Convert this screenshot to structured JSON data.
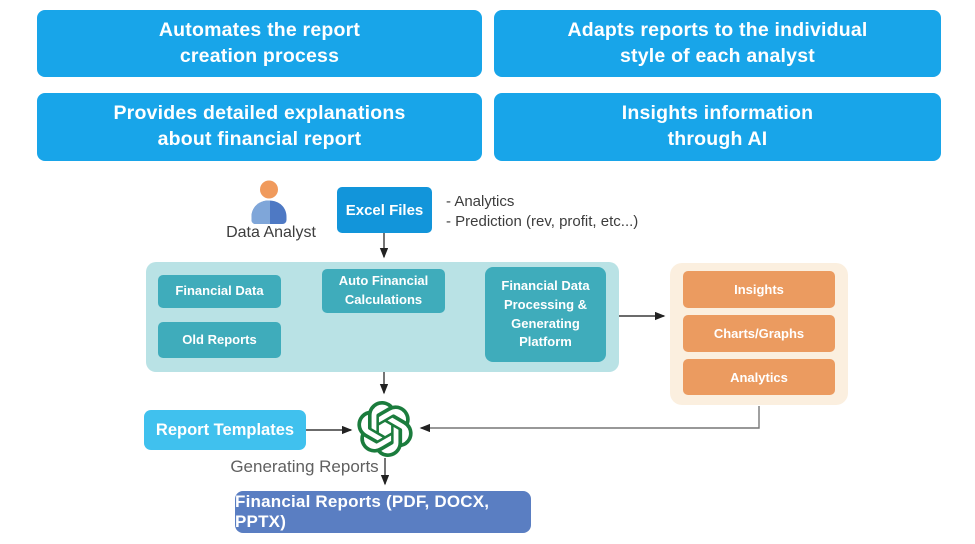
{
  "feature_boxes": [
    "Automates the report\ncreation process",
    "Adapts reports to the individual\nstyle of each analyst",
    "Provides detailed explanations\nabout financial report",
    "Insights information\nthrough AI"
  ],
  "input_section": {
    "analyst_label": "Data Analyst",
    "analyst_icon": "person-icon",
    "excel_button": "Excel Files",
    "notes": [
      "- Analytics",
      "- Prediction (rev, profit, etc...)"
    ]
  },
  "platform_group": {
    "financial_data": "Financial Data",
    "old_reports": "Old Reports",
    "auto_calculations": "Auto Financial\nCalculations",
    "processing_platform": "Financial Data\nProcessing &\nGenerating\nPlatform"
  },
  "output_group": {
    "items": [
      "Insights",
      "Charts/Graphs",
      "Analytics"
    ]
  },
  "generation_section": {
    "templates_button": "Report Templates",
    "ai_icon": "openai-logo",
    "caption": "Generating Reports",
    "result_button": "Financial Reports (PDF, DOCX, PPTX)"
  },
  "colors": {
    "feature_blue": "#18A5E9",
    "excel_blue": "#1295DA",
    "templates_blue": "#40C1EE",
    "result_blue": "#5A7EC2",
    "teal_container": "#B9E2E5",
    "teal_box": "#3FACBB",
    "orange_container": "#FBEFDF",
    "orange_box": "#EB9B60",
    "openai_green": "#1B7C3D",
    "arrow": "#3a3a3a"
  }
}
